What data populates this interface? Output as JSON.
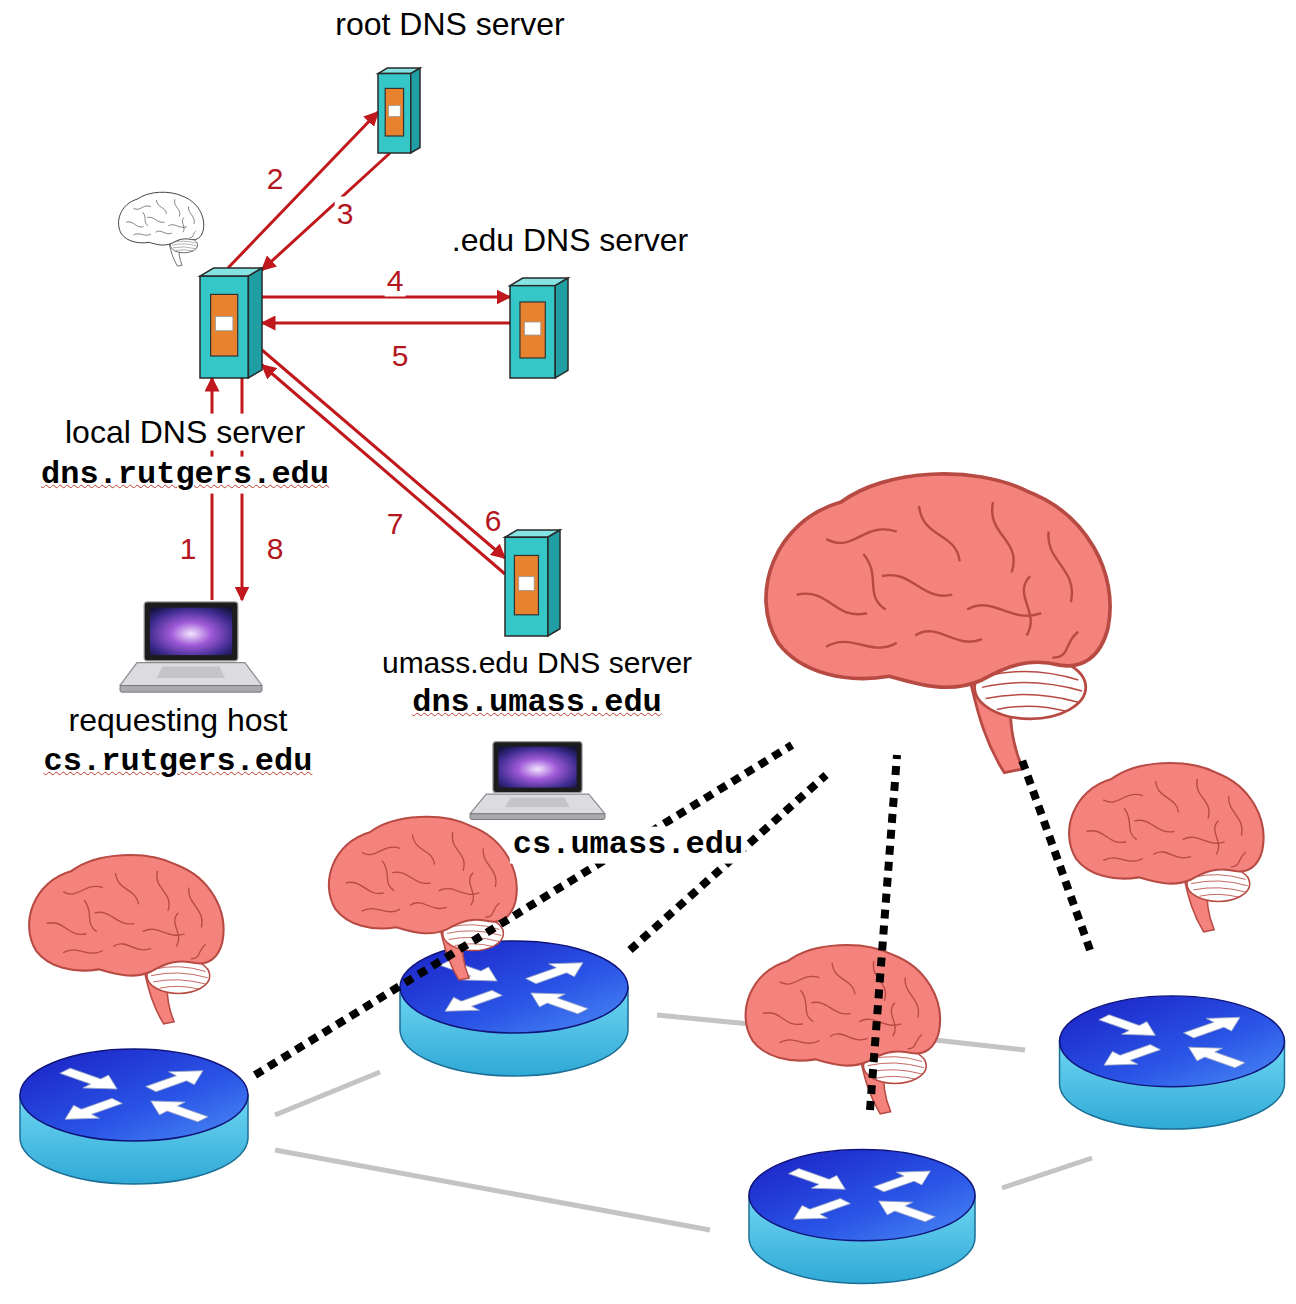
{
  "diagram": {
    "nodes": [
      {
        "text": [
          "root DNS server"
        ]
      },
      {
        "text": [
          ".edu DNS server"
        ]
      },
      {
        "text": [
          "local DNS server",
          "dns.rutgers.edu"
        ]
      },
      {
        "text": [
          "requesting host",
          "cs.rutgers.edu"
        ]
      },
      {
        "text": [
          "umass.edu DNS server",
          "dns.umass.edu"
        ]
      },
      {
        "text": [
          "cs.umass.edu"
        ]
      }
    ],
    "edges": [
      {
        "from": 3,
        "to": 2,
        "arrow": "to",
        "label": "1"
      },
      {
        "from": 2,
        "to": 0,
        "arrow": "to",
        "label": "2"
      },
      {
        "from": 0,
        "to": 2,
        "arrow": "to",
        "label": "3"
      },
      {
        "from": 2,
        "to": 1,
        "arrow": "to",
        "label": "4"
      },
      {
        "from": 1,
        "to": 2,
        "arrow": "to",
        "label": "5"
      },
      {
        "from": 2,
        "to": 4,
        "arrow": "to",
        "label": "6"
      },
      {
        "from": 4,
        "to": 2,
        "arrow": "to",
        "label": "7"
      },
      {
        "from": 2,
        "to": 3,
        "arrow": "to",
        "label": "8"
      }
    ]
  }
}
